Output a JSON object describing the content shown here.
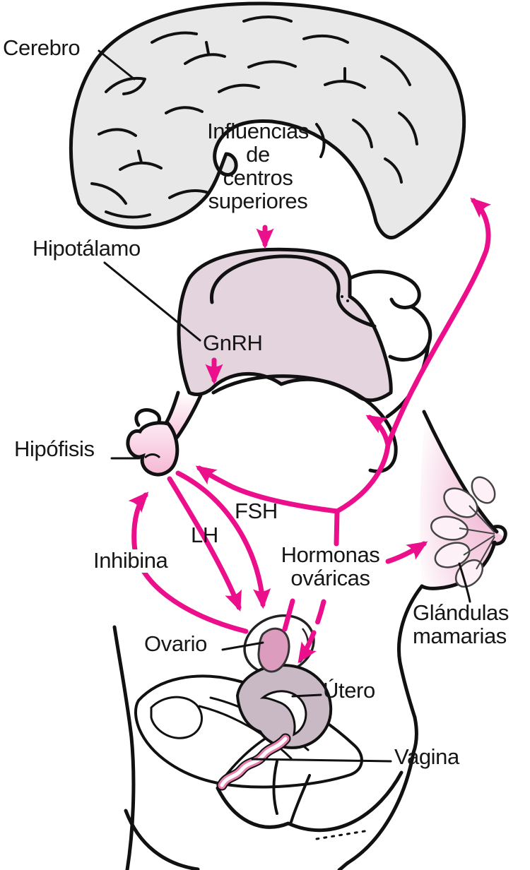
{
  "figure": {
    "labels": {
      "cerebro": "Cerebro",
      "influencias": "Influencias\nde\ncentros\nsuperiores",
      "hipotalamo": "Hipotálamo",
      "gnrh": "GnRH",
      "hipofisis": "Hipófisis",
      "fsh": "FSH",
      "lh": "LH",
      "inhibina": "Inhibina",
      "hormonas_ovaricas": "Hormonas\nováricas",
      "glandulas_mamarias": "Glándulas\nmamarias",
      "ovario": "Ovario",
      "utero": "Útero",
      "vagina": "Vagina"
    },
    "colors": {
      "arrow": "#ec0f8c",
      "brain_fill": "#e8e8e8",
      "hypothalamus_fill": "#e3d4de",
      "pituitary_pink": "#f5b8d4",
      "ovary_fill": "#dc9cbe",
      "uterus_fill": "#c8b9c4",
      "vagina_stroke": "#e87fae",
      "breast_shade": "#f2bcd6",
      "outline": "#111111"
    }
  }
}
